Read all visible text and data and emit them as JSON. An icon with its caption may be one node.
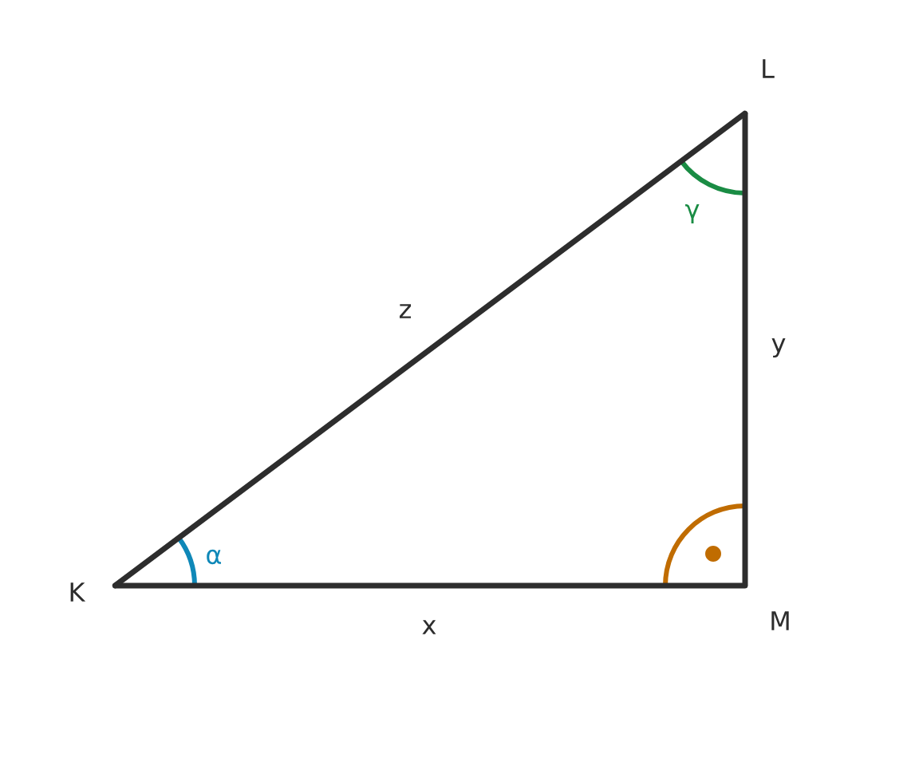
{
  "diagram": {
    "nodes": [
      {
        "text": [
          "K"
        ]
      },
      {
        "text": [
          "L"
        ]
      },
      {
        "text": [
          "M"
        ]
      }
    ],
    "edges": [
      {
        "from": 0,
        "to": 2,
        "arrow": "none",
        "label": "x"
      },
      {
        "from": 2,
        "to": 1,
        "arrow": "none",
        "label": "y"
      },
      {
        "from": 0,
        "to": 1,
        "arrow": "none",
        "label": "z"
      }
    ],
    "labels": [
      "γ",
      "α"
    ]
  }
}
